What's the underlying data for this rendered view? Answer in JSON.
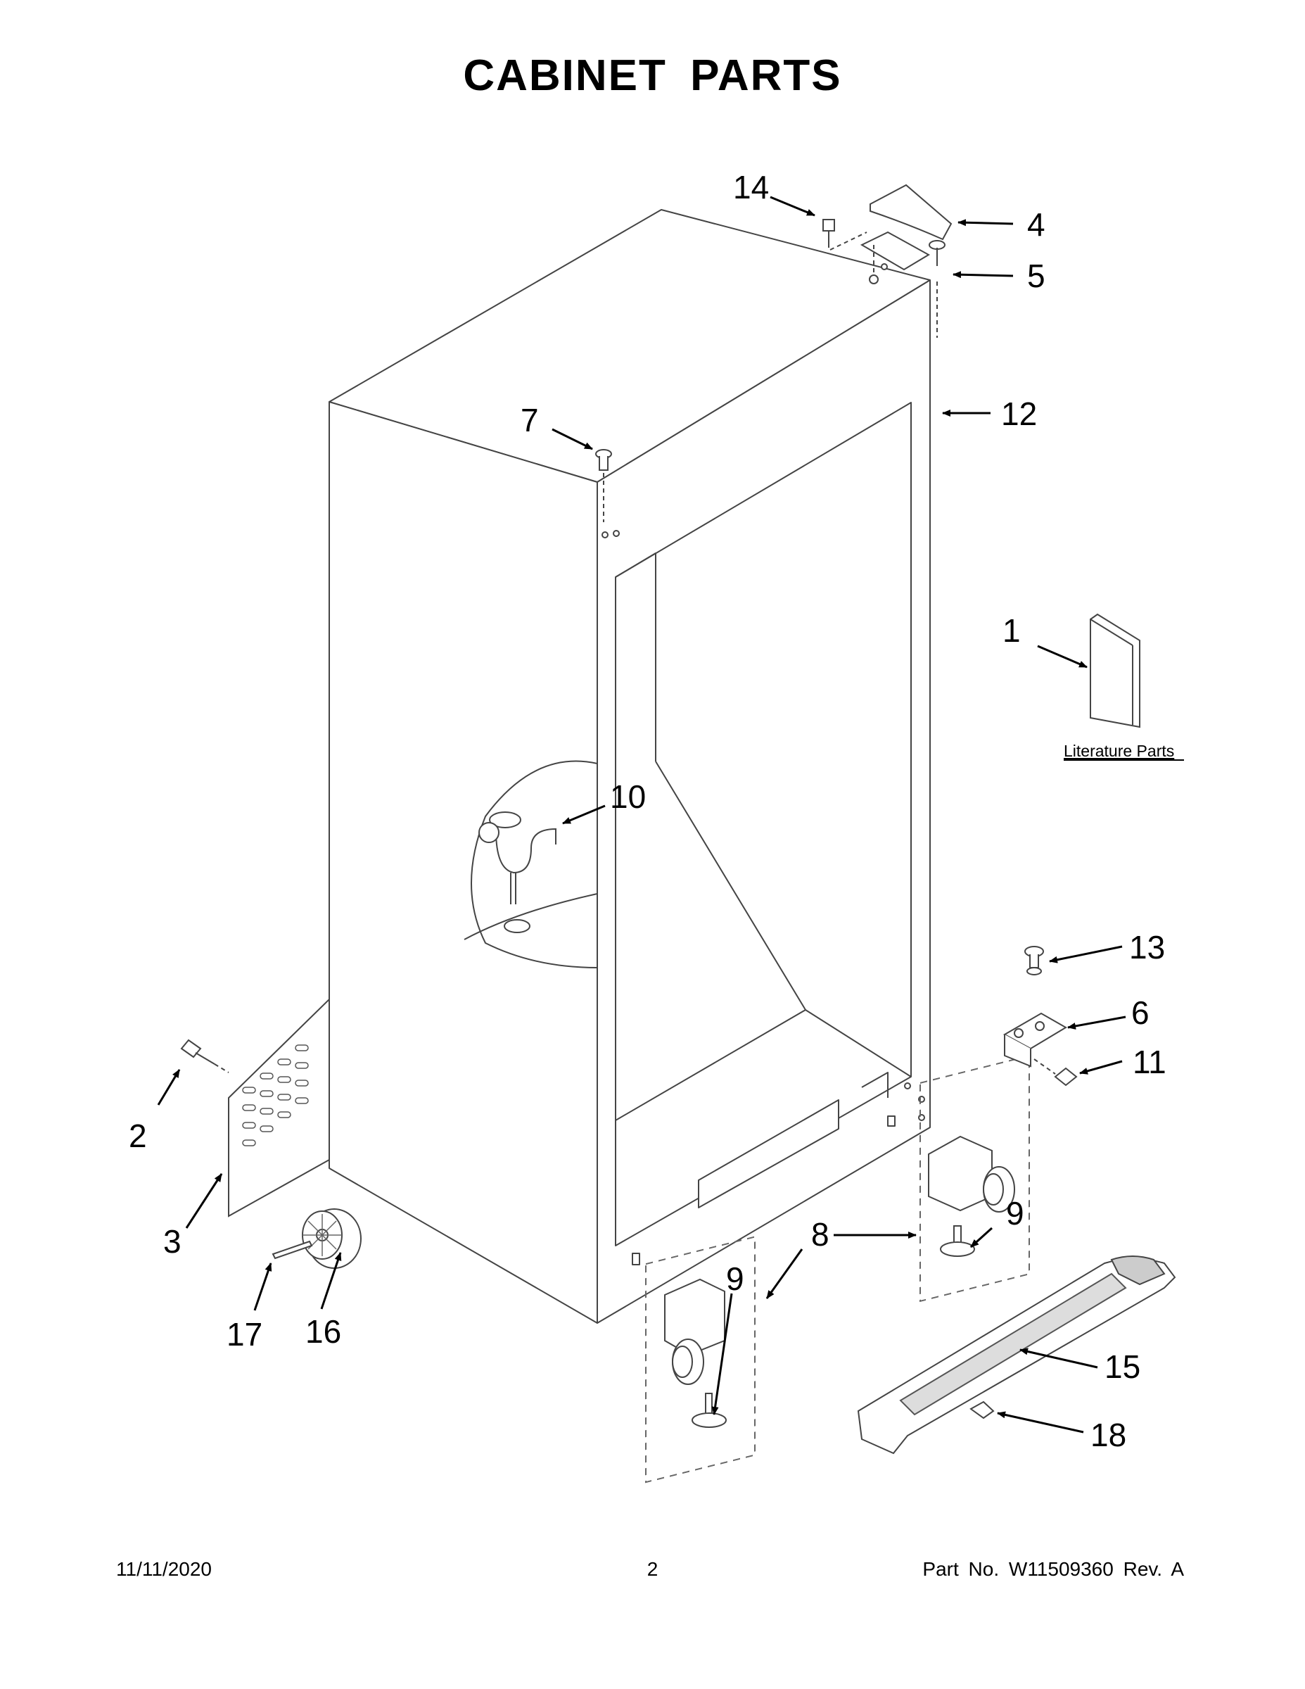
{
  "title": "CABINET PARTS",
  "literature_label": "Literature Parts",
  "callouts": [
    "14",
    "4",
    "5",
    "7",
    "12",
    "1",
    "10",
    "13",
    "6",
    "11",
    "2",
    "3",
    "9",
    "8",
    "9",
    "17",
    "16",
    "15",
    "18"
  ],
  "footer": {
    "date": "11/11/2020",
    "page": "2",
    "part": "Part No.  W11509360  Rev.  A"
  }
}
